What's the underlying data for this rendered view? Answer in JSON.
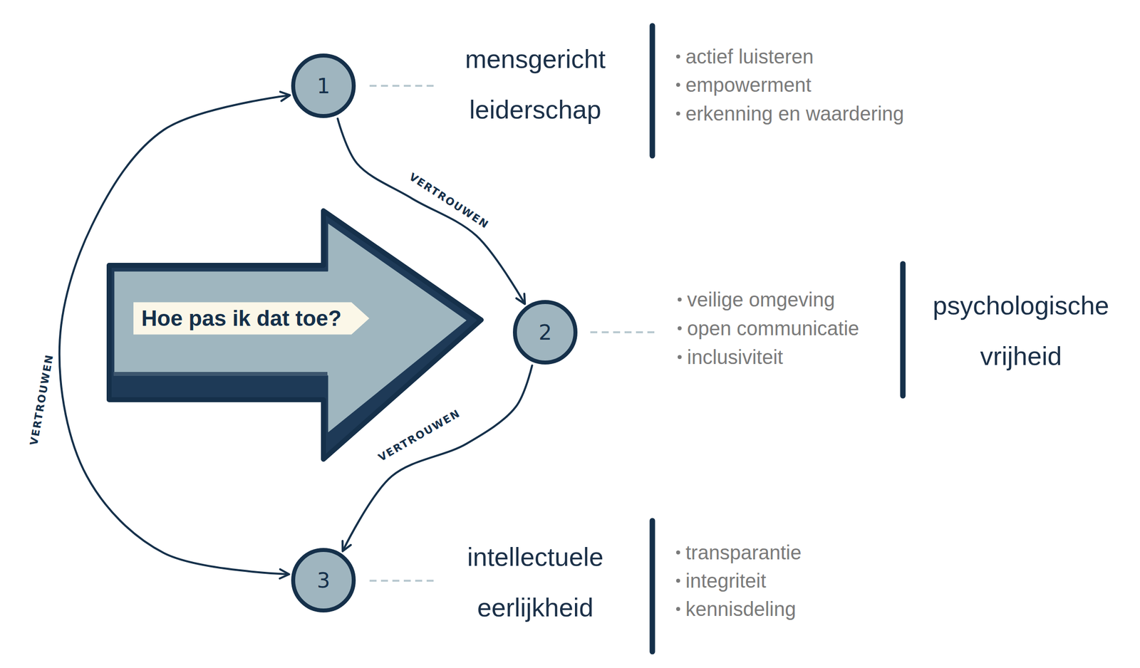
{
  "diagram": {
    "nodes": [
      {
        "text": [
          "1"
        ]
      },
      {
        "text": [
          "Hoe pas ik dat toe?"
        ]
      },
      {
        "text": [
          "2"
        ]
      },
      {
        "text": [
          "3"
        ]
      }
    ],
    "edges": [
      {
        "from": 0,
        "to": 2,
        "label": "VERTROUWEN",
        "arrow": "to"
      },
      {
        "from": 2,
        "to": 3,
        "label": "VERTROUWEN",
        "arrow": "to"
      },
      {
        "from": 3,
        "to": 0,
        "label": "VERTROUWEN",
        "arrow": "both"
      }
    ],
    "labels": [
      "mensgericht leiderschap",
      "actief luisteren",
      "empowerment",
      "erkenning en waardering",
      "veilige omgeving",
      "open communicatie",
      "inclusiviteit",
      "psychologische vrijheid",
      "intellectuele eerlijkheid",
      "transparantie",
      "integriteit",
      "kennisdeling"
    ]
  }
}
